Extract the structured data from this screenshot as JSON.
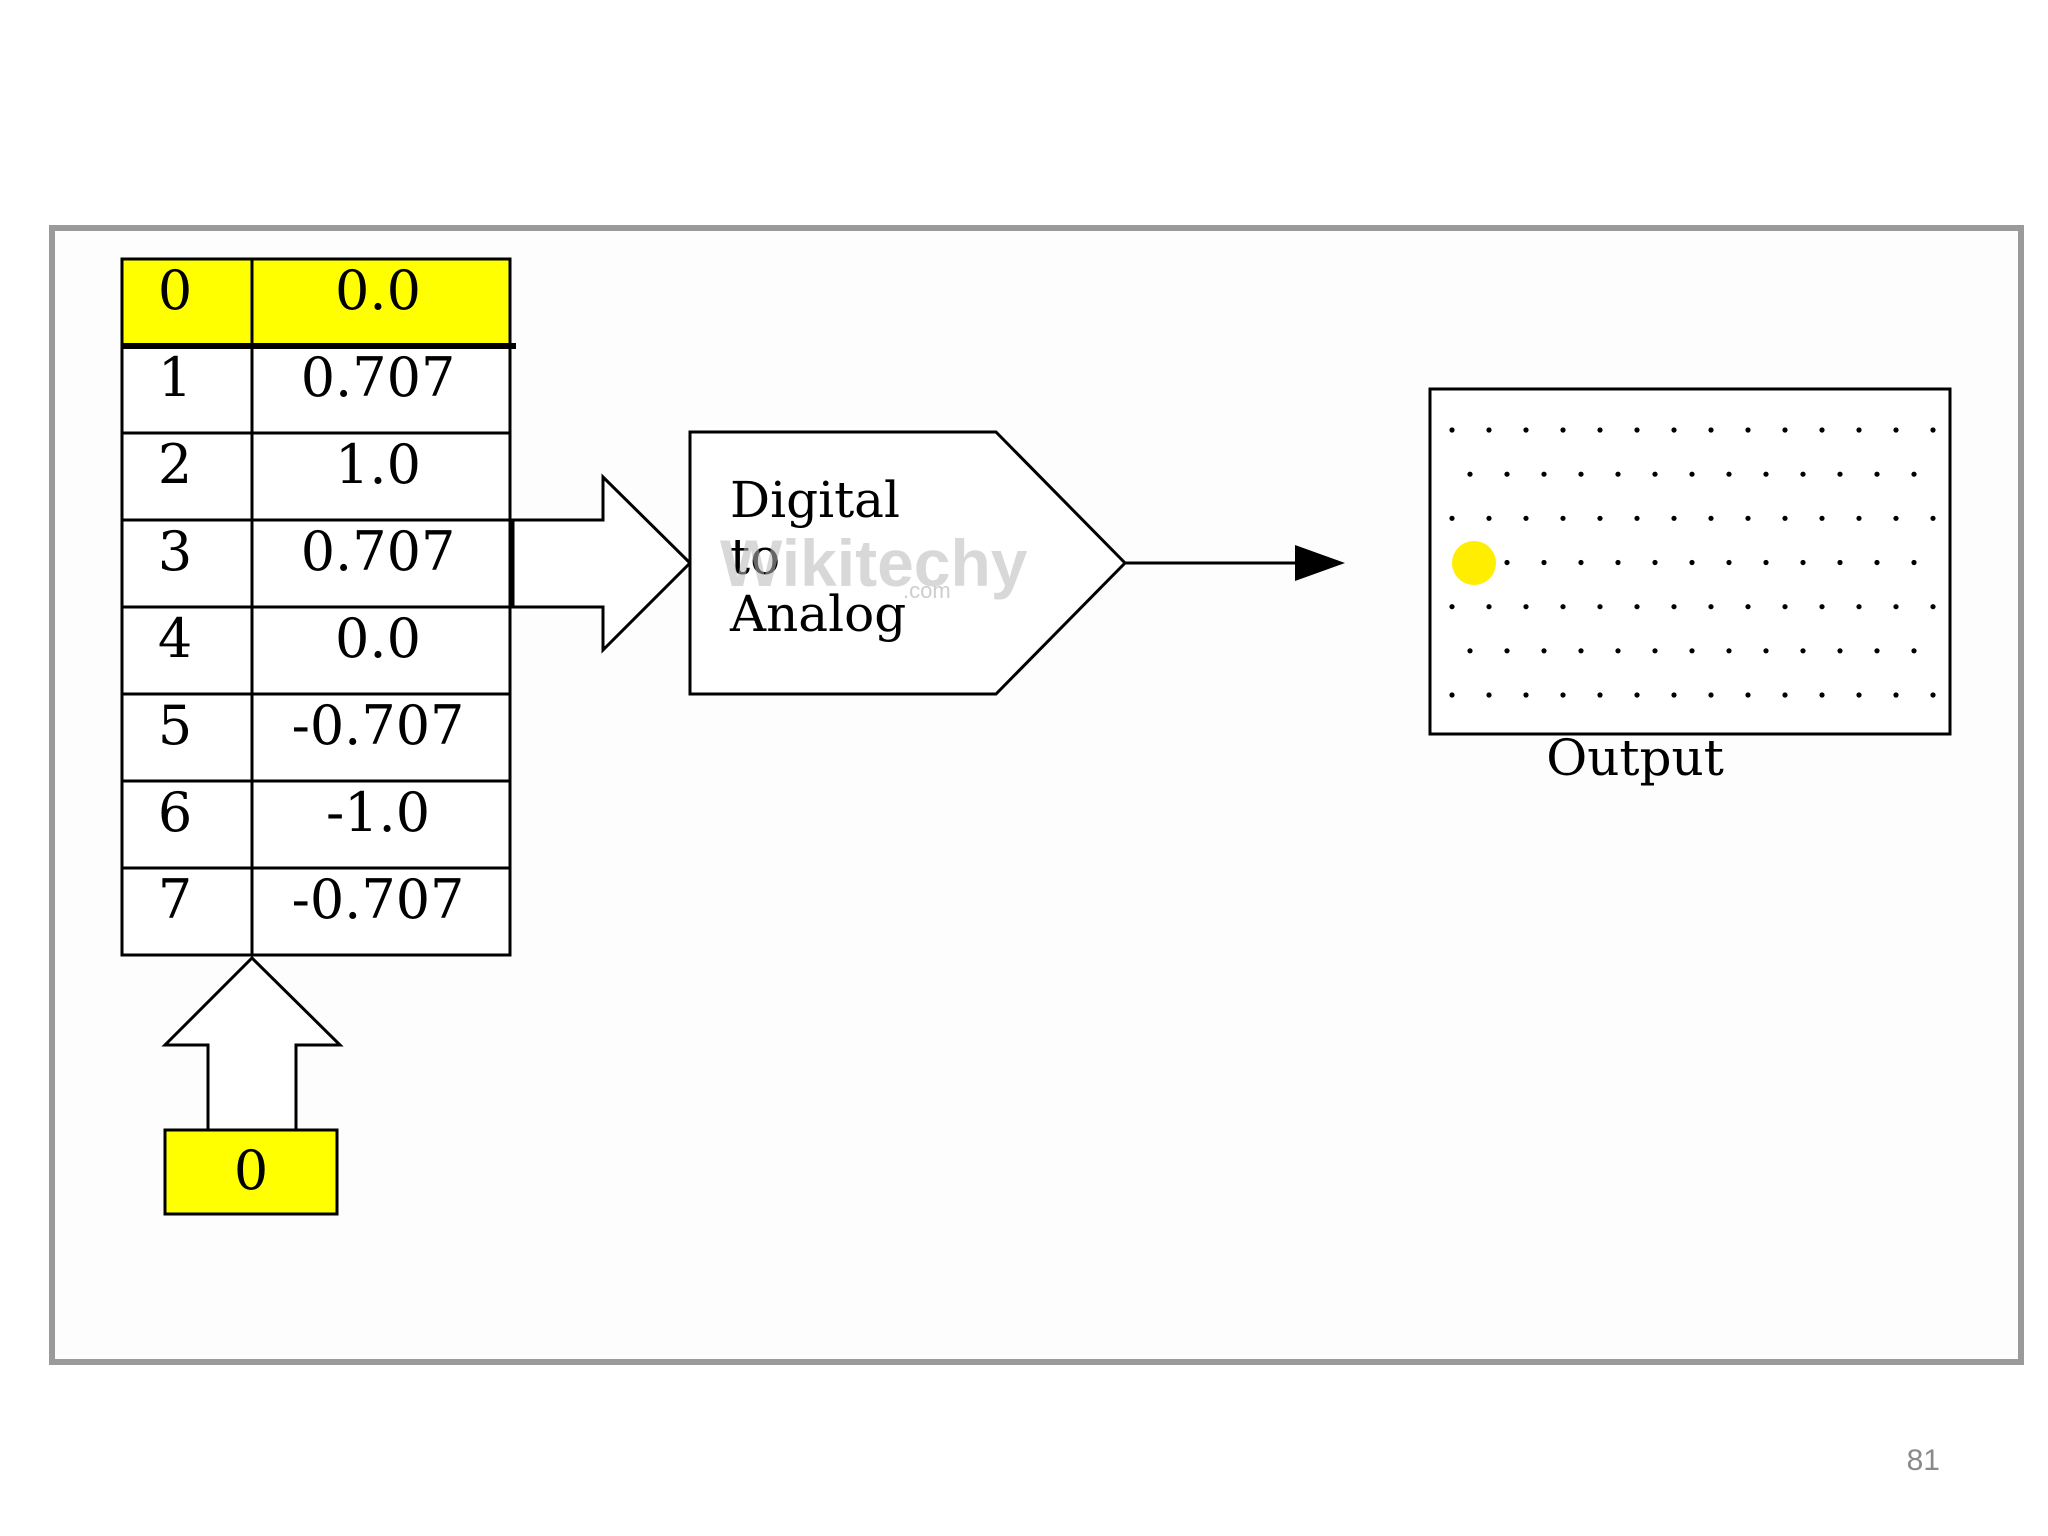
{
  "lookup_table": {
    "rows": [
      {
        "index": "0",
        "value": "0.0"
      },
      {
        "index": "1",
        "value": "0.707"
      },
      {
        "index": "2",
        "value": "1.0"
      },
      {
        "index": "3",
        "value": "0.707"
      },
      {
        "index": "4",
        "value": "0.0"
      },
      {
        "index": "5",
        "value": "-0.707"
      },
      {
        "index": "6",
        "value": "-1.0"
      },
      {
        "index": "7",
        "value": "-0.707"
      }
    ],
    "highlighted_row": 0
  },
  "counter": {
    "value": "0"
  },
  "dac": {
    "line1": "Digital",
    "line2": "to",
    "line3": "Analog"
  },
  "output": {
    "label": "Output",
    "dot_level": 0.0
  },
  "watermark": {
    "text": "Wikitechy",
    "suffix": ".com"
  },
  "page_number": "81",
  "colors": {
    "highlight": "#ffff00",
    "dot": "#ffee00",
    "stroke": "#000000"
  }
}
